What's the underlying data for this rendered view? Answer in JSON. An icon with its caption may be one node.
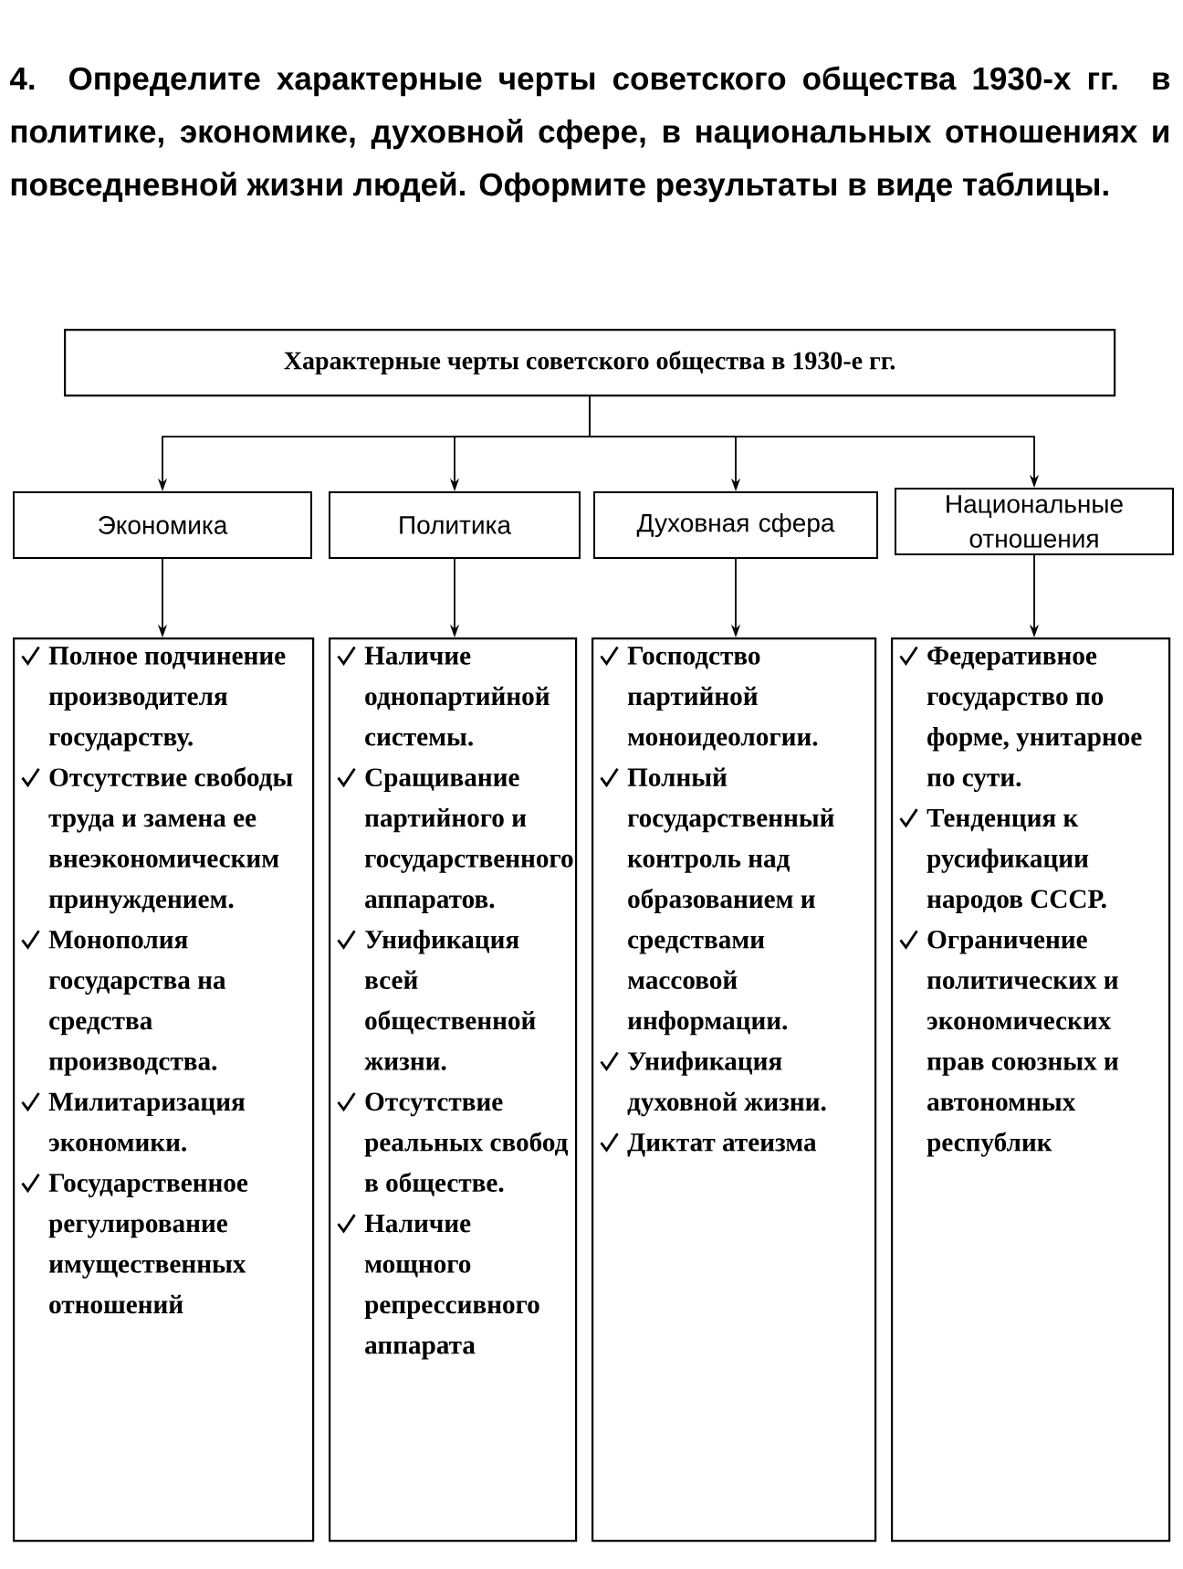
{
  "diagram": {
    "title": "4. Определите характерные черты советского общества 1930-х гг. в политике, экономике, духовной сфере, в национальных отношениях и повседневной жизни людей. Оформите результаты в виде таблицы.",
    "nodes": [
      {
        "text": [
          "Характерные черты советского общества в 1930-е гг."
        ]
      },
      {
        "text": [
          "Экономика"
        ]
      },
      {
        "text": [
          "Политика"
        ]
      },
      {
        "text": [
          "Духовная сфера"
        ]
      },
      {
        "text": [
          "Национальные отношения"
        ]
      },
      {
        "text": [
          "Полное подчинение производителя государству.",
          "Отсутствие свободы труда и замена ее внеэкономическим принуждением.",
          "Монополия государства на средства производства.",
          "Милитаризация экономики.",
          "Государственное регулирование имущественных отношений"
        ]
      },
      {
        "text": [
          "Наличие однопартийной системы.",
          "Сращивание партийного и государственного аппаратов.",
          "Унификация всей общественной жизни.",
          "Отсутствие реальных свобод в обществе.",
          "Наличие мощного репрессивного аппарата"
        ]
      },
      {
        "text": [
          "Господство партийной моноидеологии.",
          "Полный государственный контроль над образованием и средствами массовой информации.",
          "Унификация духовной жизни.",
          "Диктат атеизма"
        ]
      },
      {
        "text": [
          "Федеративное государство по форме, унитарное по сути.",
          "Тенденция к русификации народов СССР.",
          "Ограничение политических и экономических прав союзных и автономных республик"
        ]
      }
    ],
    "edges": [
      {
        "from": 0,
        "to": 1,
        "arrow": "to"
      },
      {
        "from": 0,
        "to": 2,
        "arrow": "to"
      },
      {
        "from": 0,
        "to": 3,
        "arrow": "to"
      },
      {
        "from": 0,
        "to": 4,
        "arrow": "to"
      },
      {
        "from": 1,
        "to": 5,
        "arrow": "to"
      },
      {
        "from": 2,
        "to": 6,
        "arrow": "to"
      },
      {
        "from": 3,
        "to": 7,
        "arrow": "to"
      },
      {
        "from": 4,
        "to": 8,
        "arrow": "to"
      }
    ]
  }
}
